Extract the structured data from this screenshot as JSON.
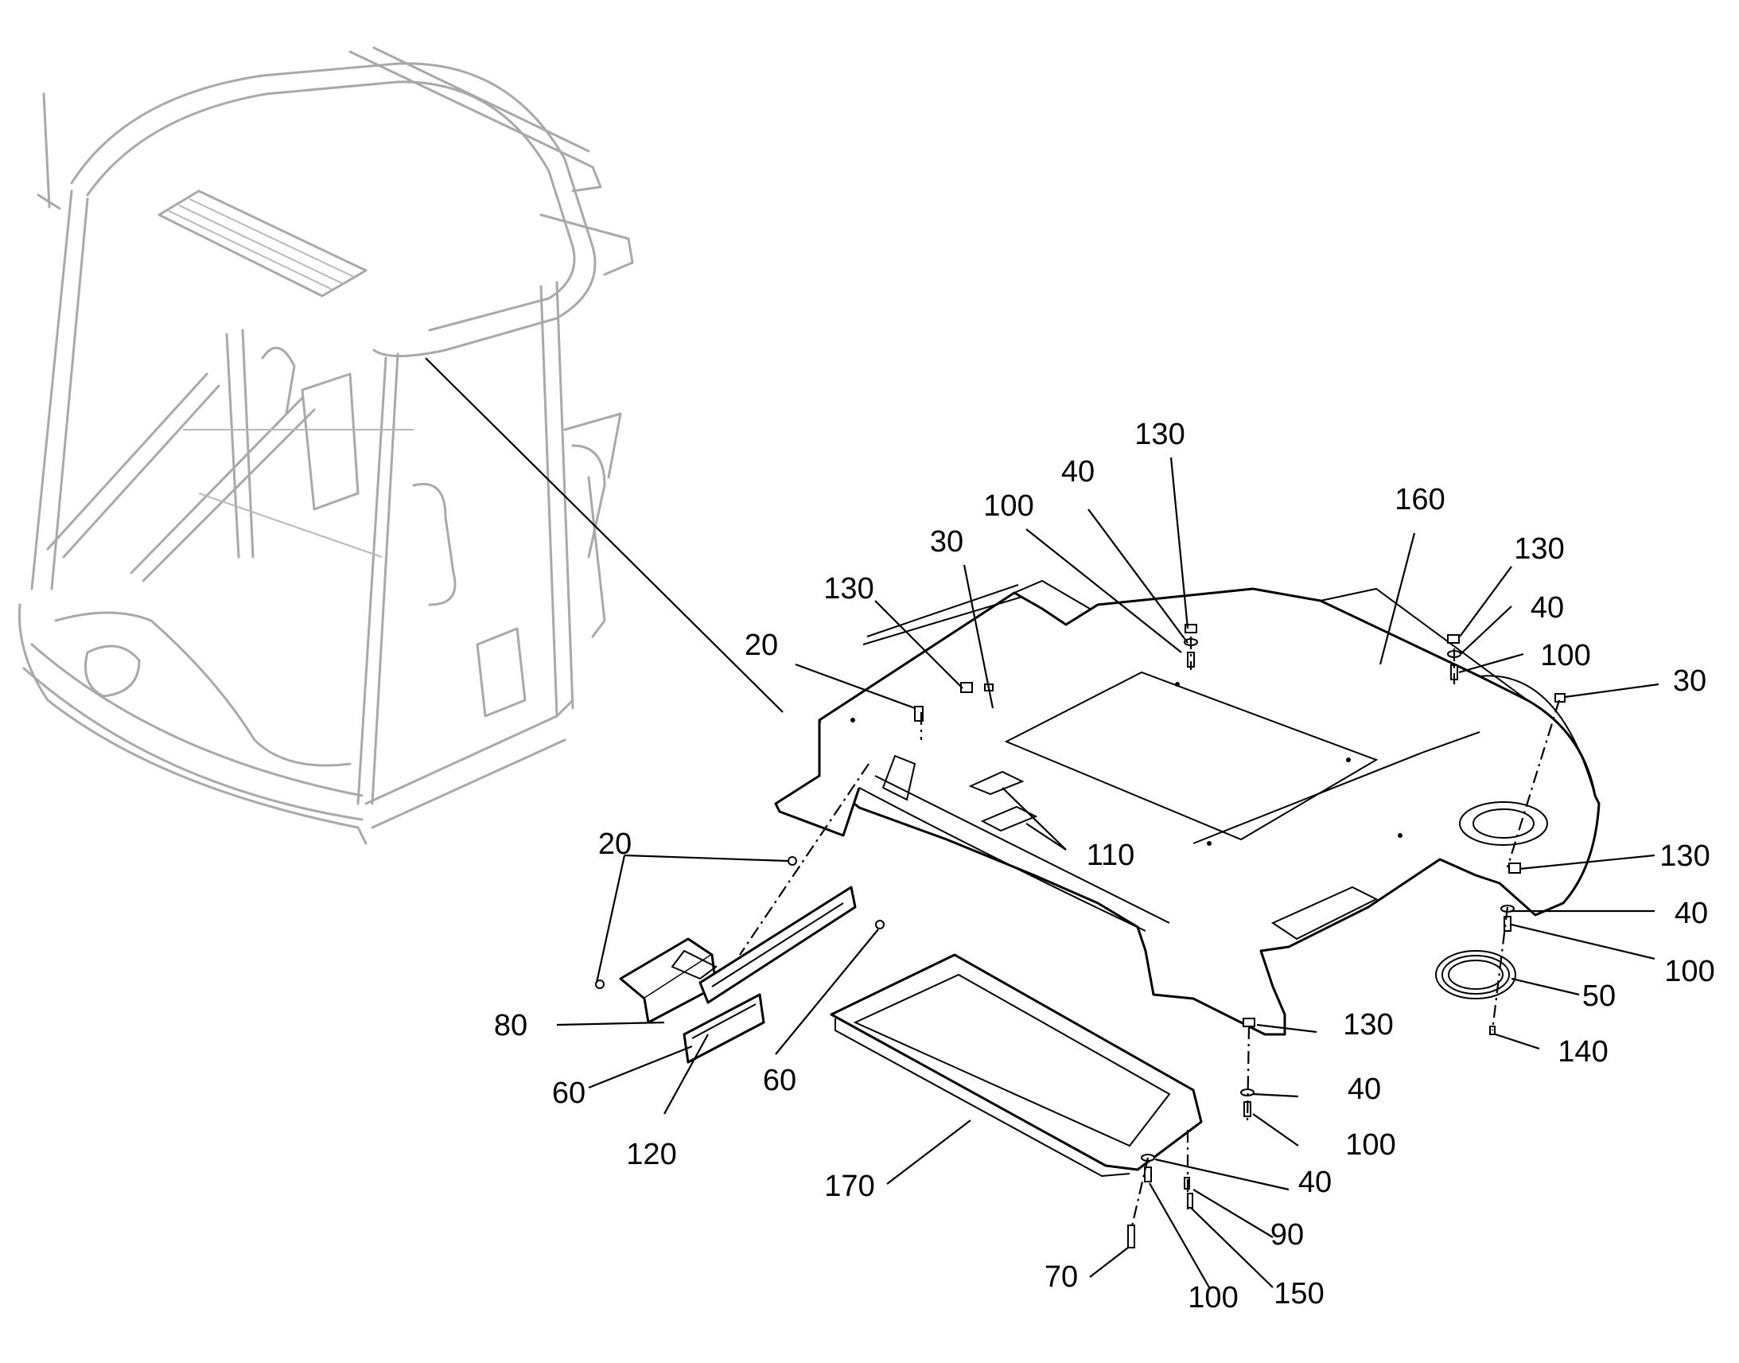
{
  "figure": {
    "callouts": [
      {
        "id": "c-130-top",
        "text": "130"
      },
      {
        "id": "c-40-top",
        "text": "40"
      },
      {
        "id": "c-160",
        "text": "160"
      },
      {
        "id": "c-100-top",
        "text": "100"
      },
      {
        "id": "c-30-left",
        "text": "30"
      },
      {
        "id": "c-130-left",
        "text": "130"
      },
      {
        "id": "c-20-top",
        "text": "20"
      },
      {
        "id": "c-130-right",
        "text": "130"
      },
      {
        "id": "c-40-right",
        "text": "40"
      },
      {
        "id": "c-100-right",
        "text": "100"
      },
      {
        "id": "c-30-right",
        "text": "30"
      },
      {
        "id": "c-110",
        "text": "110"
      },
      {
        "id": "c-20-bottom",
        "text": "20"
      },
      {
        "id": "c-80",
        "text": "80"
      },
      {
        "id": "c-60-left",
        "text": "60"
      },
      {
        "id": "c-60-mid",
        "text": "60"
      },
      {
        "id": "c-120",
        "text": "120"
      },
      {
        "id": "c-170",
        "text": "170"
      },
      {
        "id": "c-130-lowright",
        "text": "130"
      },
      {
        "id": "c-40-lowright",
        "text": "40"
      },
      {
        "id": "c-100-lowright",
        "text": "100"
      },
      {
        "id": "c-50",
        "text": "50"
      },
      {
        "id": "c-140",
        "text": "140"
      },
      {
        "id": "c-130-lower",
        "text": "130"
      },
      {
        "id": "c-40-lower",
        "text": "40"
      },
      {
        "id": "c-100-lower",
        "text": "100"
      },
      {
        "id": "c-40-bottom",
        "text": "40"
      },
      {
        "id": "c-90",
        "text": "90"
      },
      {
        "id": "c-70",
        "text": "70"
      },
      {
        "id": "c-100-bottom",
        "text": "100"
      },
      {
        "id": "c-150",
        "text": "150"
      }
    ]
  }
}
